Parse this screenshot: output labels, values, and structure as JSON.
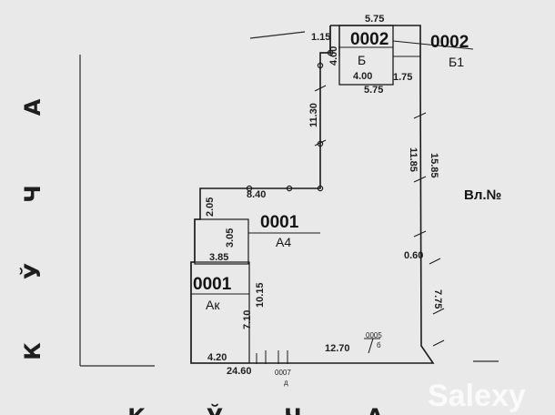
{
  "street_left": [
    "К",
    "Ў",
    "Ч",
    "А"
  ],
  "street_bottom": [
    "К",
    "Ў",
    "Ч",
    "А"
  ],
  "plot_label": "Вл.№",
  "units": {
    "b": {
      "code": "0002",
      "name": "Б"
    },
    "b1": {
      "code": "0002",
      "name": "Б1"
    },
    "a4": {
      "code": "0001",
      "name": "А4"
    },
    "ak": {
      "code": "0001",
      "name": "Ак"
    },
    "v": {
      "code": "0005",
      "name": "б"
    },
    "d": {
      "code": "0007",
      "name": "д"
    }
  },
  "dimensions": {
    "top": "5.75",
    "b_inner_bottom": "4.00",
    "b_inner_right": "1.75",
    "b_bottom": "5.75",
    "b_left": "4.00",
    "b_left_top": "1.15",
    "mid_vertical": "11.30",
    "step_top": "8.40",
    "step_left": "2.05",
    "a4_inner": "3.05",
    "a4_bottom": "3.85",
    "ak_right": "10.15",
    "ak_inner": "7.10",
    "bottom_left": "4.20",
    "bottom_total": "24.60",
    "bottom_right": "12.70",
    "right_upper_outer": "15.85",
    "right_upper_inner": "11.85",
    "right_mid": "0.60",
    "right_lower": "7.75"
  },
  "watermark": "Salexy",
  "colors": {
    "background": "#e9e9ea",
    "ink": "#1a1a1a",
    "watermark": "#ffffff"
  }
}
